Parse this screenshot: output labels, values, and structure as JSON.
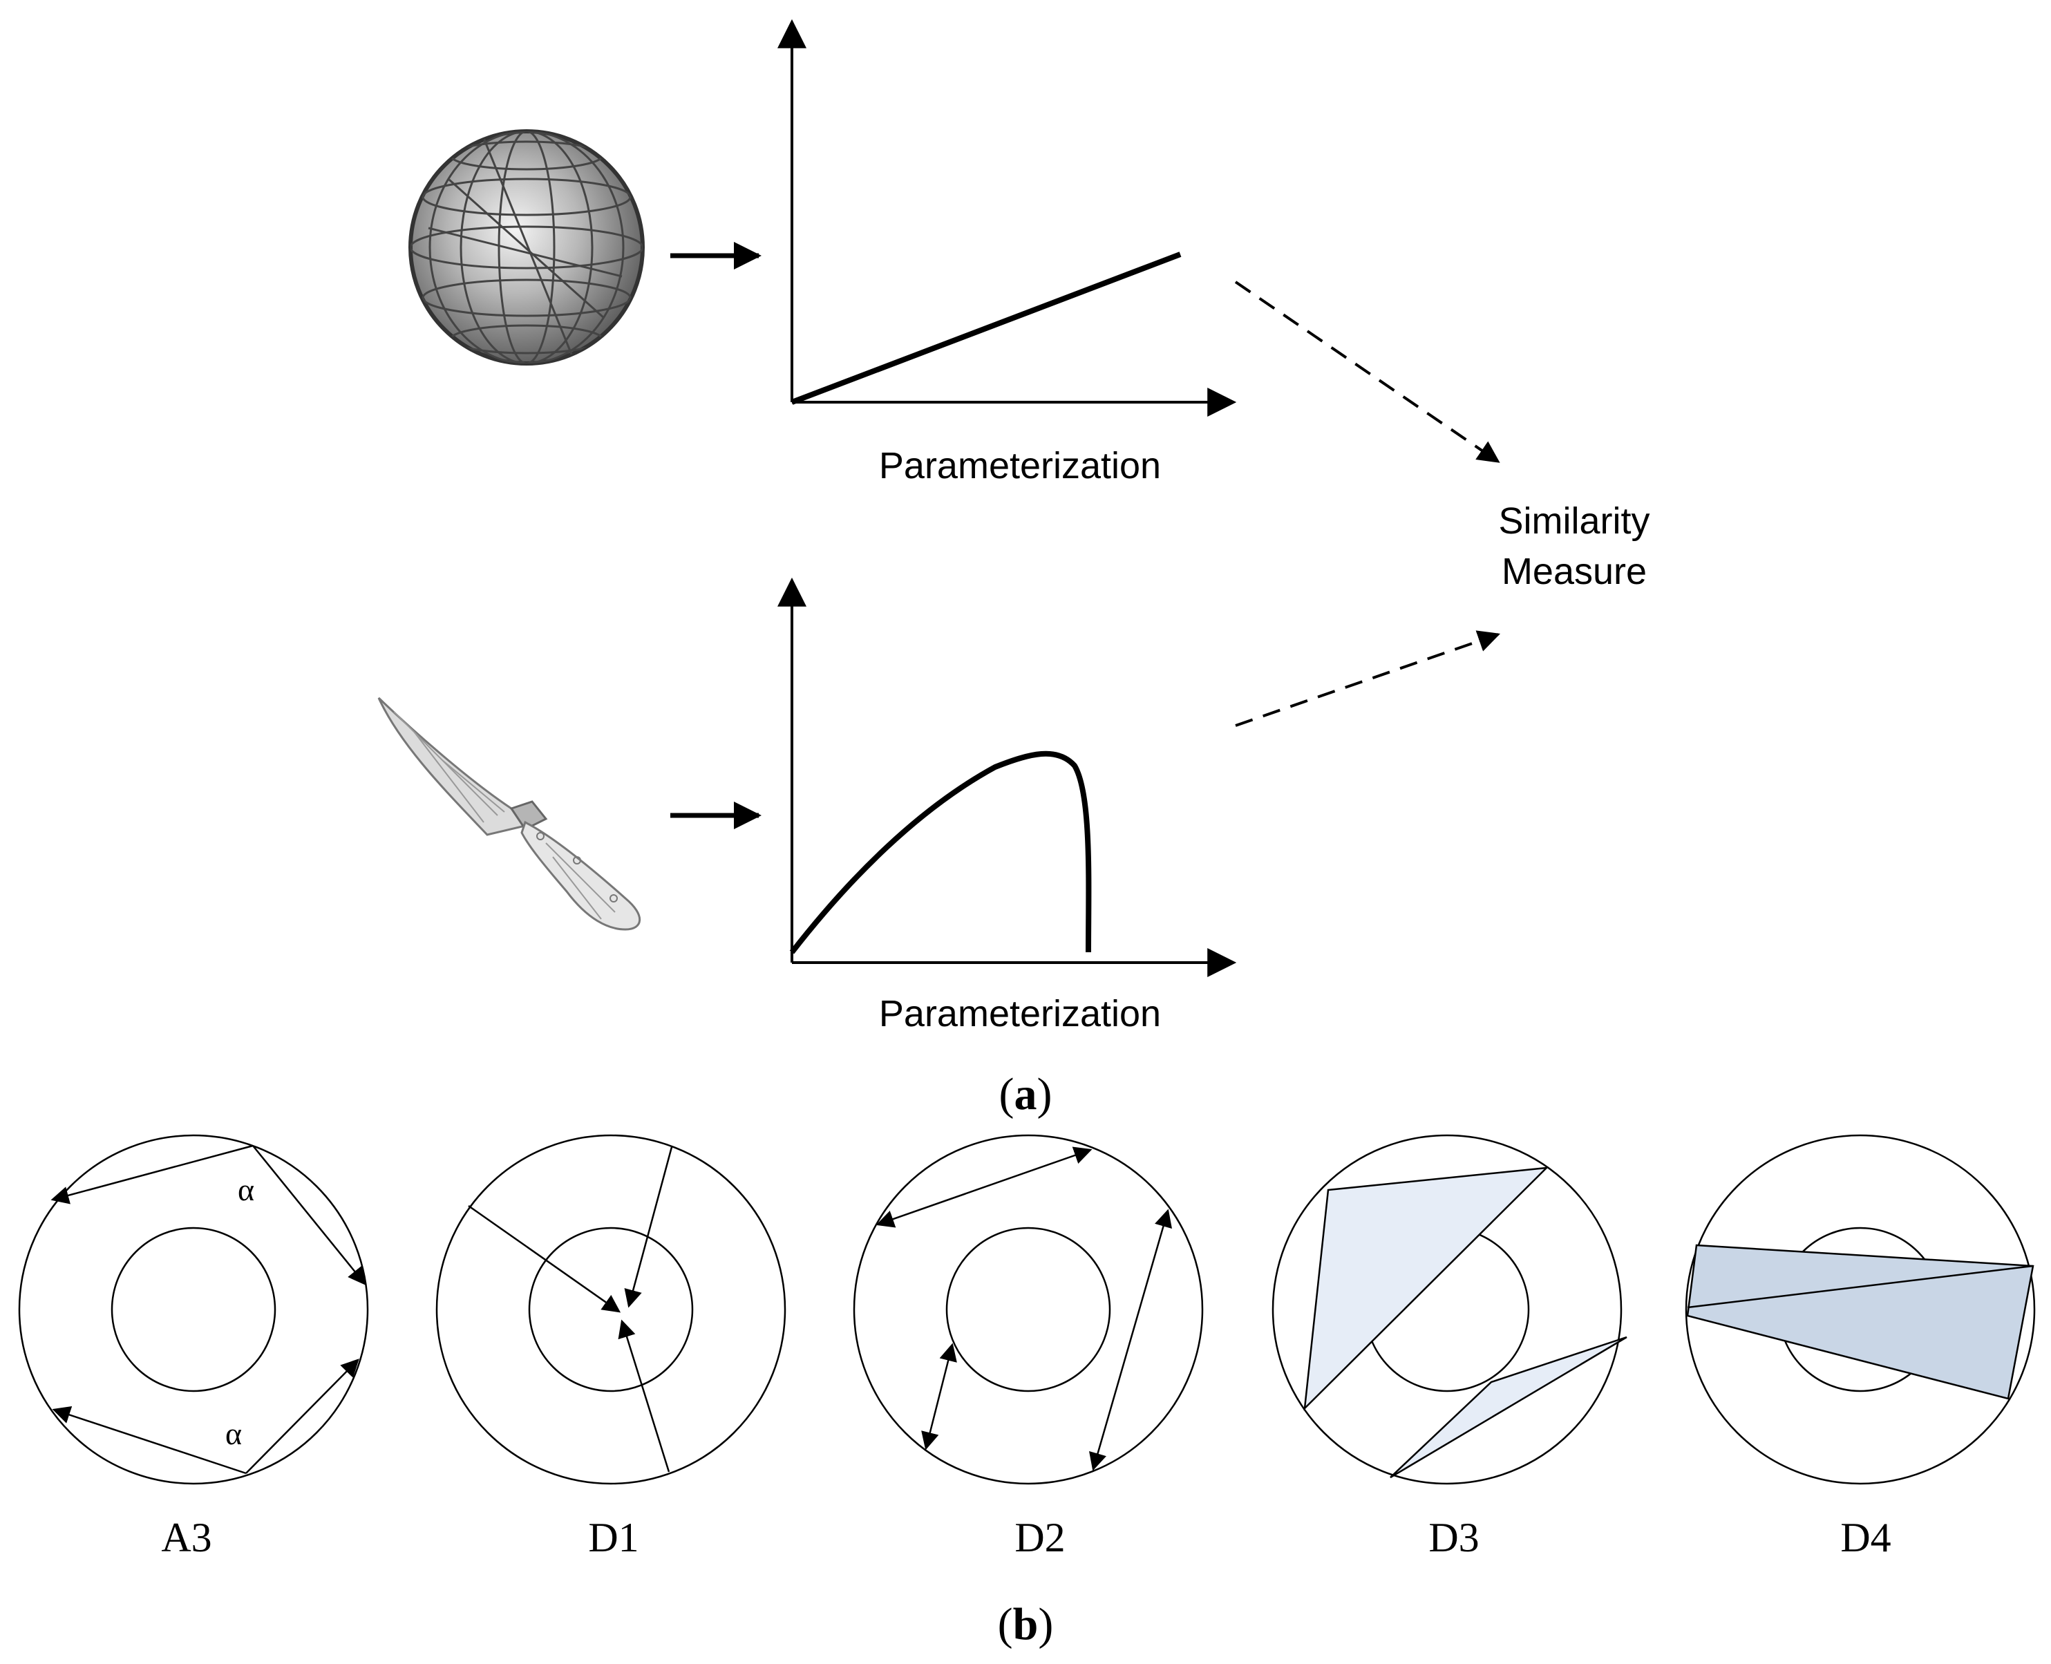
{
  "panel_a": {
    "top_chart": {
      "xlabel": "Parameterization"
    },
    "bottom_chart": {
      "xlabel": "Parameterization"
    },
    "similarity": {
      "line1": "Similarity",
      "line2": "Measure"
    },
    "caption": {
      "open": "(",
      "letter": "a",
      "close": ")"
    }
  },
  "panel_b": {
    "diagrams": [
      {
        "label": "A3",
        "angle_label_1": "α",
        "angle_label_2": "α"
      },
      {
        "label": "D1"
      },
      {
        "label": "D2"
      },
      {
        "label": "D3"
      },
      {
        "label": "D4"
      }
    ],
    "caption": {
      "open": "(",
      "letter": "b",
      "close": ")"
    }
  },
  "colors": {
    "ink": "#000000",
    "sphere_face": "#9e9e9e",
    "knife": "#d8d8d8",
    "d3_fill": "#e6edf7",
    "d4_fill": "#c9d6e6"
  }
}
